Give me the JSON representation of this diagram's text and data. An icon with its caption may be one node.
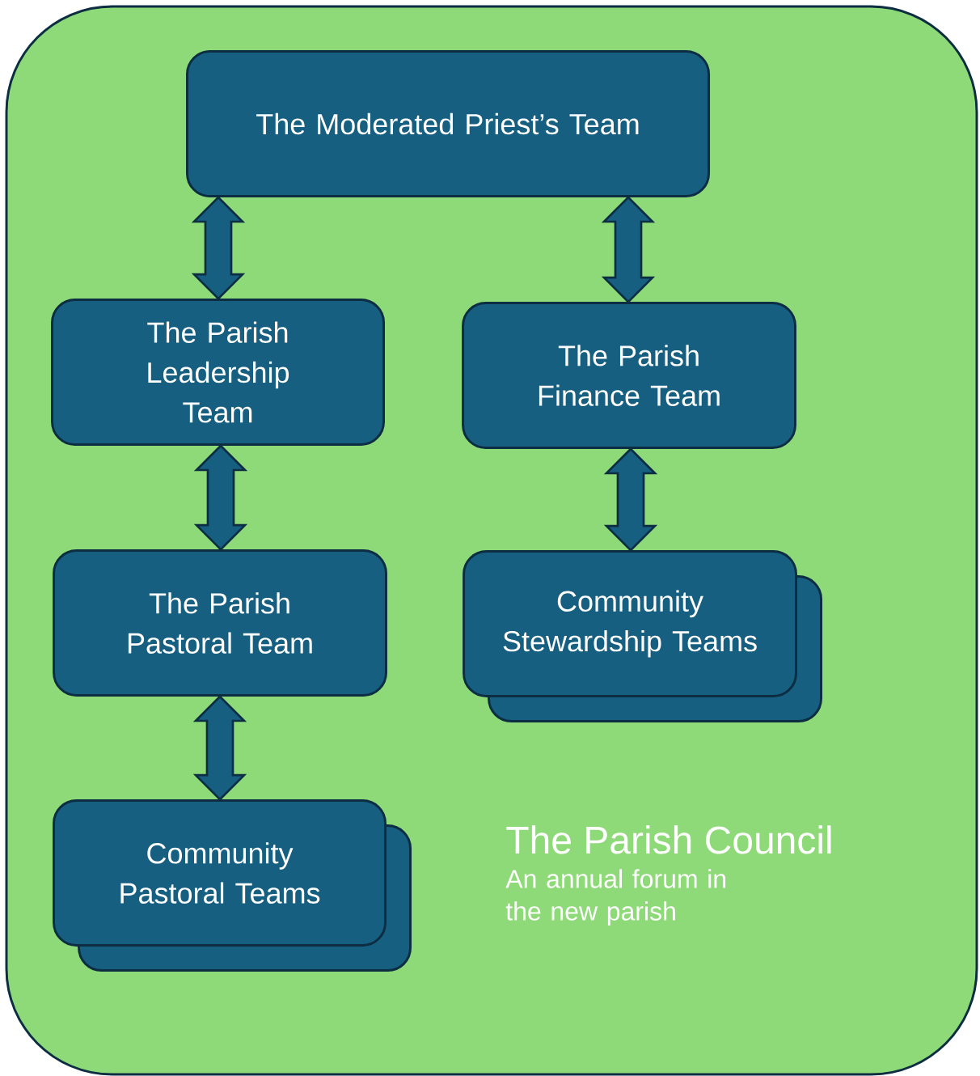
{
  "diagram": {
    "nodes": [
      {
        "text": [
          "The Parish Council",
          "An annual forum in the new parish"
        ]
      },
      {
        "text": [
          "The Moderated Priest’s Team"
        ],
        "in": 0
      },
      {
        "text": [
          "The Parish Leadership Team"
        ],
        "in": 0
      },
      {
        "text": [
          "The Parish Finance Team"
        ],
        "in": 0
      },
      {
        "text": [
          "The Parish Pastoral Team"
        ],
        "in": 0
      },
      {
        "text": [
          "Community Stewardship Teams"
        ],
        "in": 0
      },
      {
        "text": [
          "Community Pastoral Teams"
        ],
        "in": 0
      }
    ],
    "edges": [
      {
        "from": 1,
        "to": 2,
        "arrow": "both"
      },
      {
        "from": 1,
        "to": 3,
        "arrow": "both"
      },
      {
        "from": 2,
        "to": 4,
        "arrow": "both"
      },
      {
        "from": 3,
        "to": 5,
        "arrow": "both"
      },
      {
        "from": 4,
        "to": 6,
        "arrow": "both"
      }
    ]
  }
}
